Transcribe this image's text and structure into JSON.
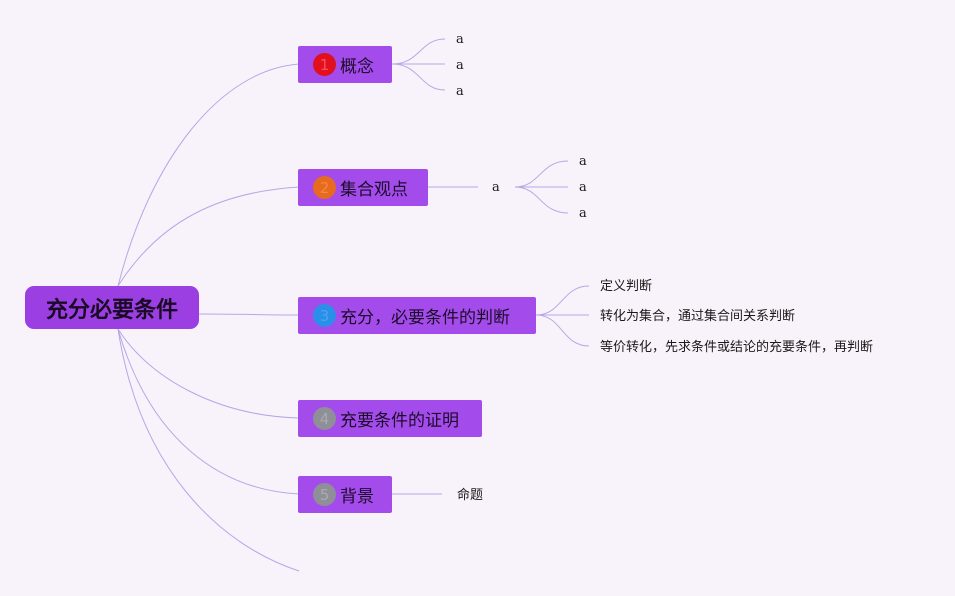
{
  "root": {
    "label": "充分必要条件"
  },
  "branches": [
    {
      "label": "概念",
      "badge": "1",
      "badge_color": "#e0101e",
      "badge_text_color": "#ff4d58",
      "children": [
        "a",
        "a",
        "a"
      ]
    },
    {
      "label": "集合观点",
      "badge": "2",
      "badge_color": "#e86a1e",
      "badge_text_color": "#f08a44",
      "children": [
        {
          "label": "a",
          "children": [
            "a",
            "a",
            "a"
          ]
        }
      ]
    },
    {
      "label": "充分，必要条件的判断",
      "badge": "3",
      "badge_color": "#2a8fe8",
      "badge_text_color": "#4aa3f0",
      "children": [
        "定义判断",
        "转化为集合，通过集合间关系判断",
        "等价转化，先求条件或结论的充要条件，再判断"
      ]
    },
    {
      "label": "充要条件的证明",
      "badge": "4",
      "badge_color": "#8f8f97",
      "badge_text_color": "#aaaab0",
      "children": []
    },
    {
      "label": "背景",
      "badge": "5",
      "badge_color": "#8f8f97",
      "badge_text_color": "#aaaab0",
      "children": [
        "命题"
      ]
    }
  ],
  "colors": {
    "line": "#b9a6e6",
    "background": "#f8f3fb",
    "node": "#a44ceb",
    "root": "#9b3fe3"
  }
}
